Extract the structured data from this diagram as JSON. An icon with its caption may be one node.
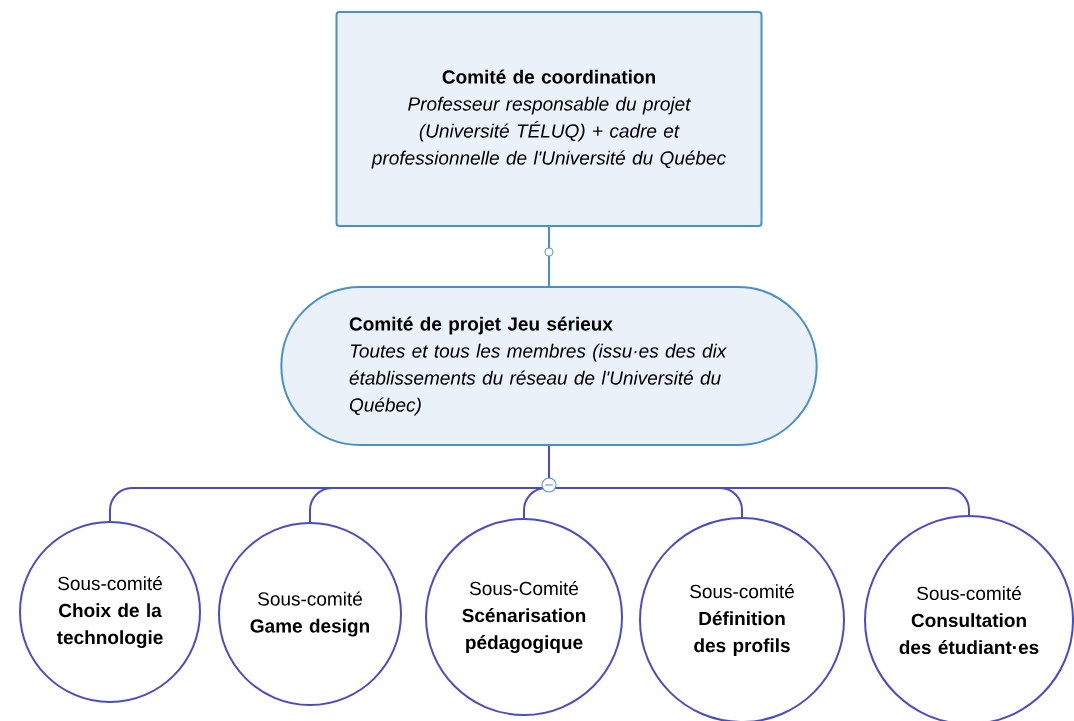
{
  "diagram": {
    "nodes": [
      {
        "text": [
          "Comité de coordination",
          "Professeur responsable du projet (Université TÉLUQ) + cadre et professionnelle de l'Université du Québec"
        ]
      },
      {
        "text": [
          "Comité de projet Jeu sérieux",
          "Toutes et tous les membres (issu·es des dix établissements du réseau de l'Université du Québec)"
        ]
      },
      {
        "text": [
          "Sous-comité",
          "Choix de la technologie"
        ]
      },
      {
        "text": [
          "Sous-comité",
          "Game design"
        ]
      },
      {
        "text": [
          "Sous-Comité",
          "Scénarisation pédagogique"
        ]
      },
      {
        "text": [
          "Sous-comité",
          "Définition des profils"
        ]
      },
      {
        "text": [
          "Sous-comité",
          "Consultation des étudiant·es"
        ]
      }
    ],
    "edges": [
      {
        "from": 0,
        "to": 1,
        "arrow": "none",
        "color": "#4a90c8"
      },
      {
        "from": 1,
        "to": 2,
        "arrow": "none"
      },
      {
        "from": 1,
        "to": 3,
        "arrow": "none"
      },
      {
        "from": 1,
        "to": 4,
        "arrow": "none"
      },
      {
        "from": 1,
        "to": 5,
        "arrow": "none"
      },
      {
        "from": 1,
        "to": 6,
        "arrow": "none"
      }
    ]
  }
}
